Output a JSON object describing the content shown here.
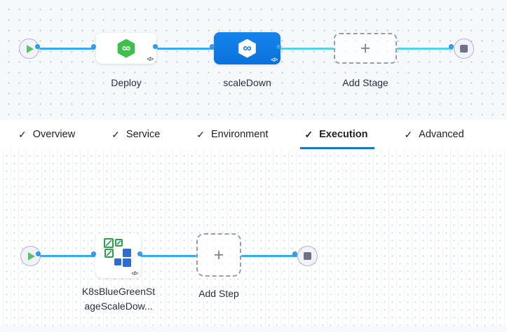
{
  "stage_pipeline": {
    "nodes": [
      {
        "type": "start",
        "icon": "play-icon"
      },
      {
        "type": "stage",
        "label": "Deploy",
        "icon": "cd-hexagon-icon",
        "state": "default"
      },
      {
        "type": "stage",
        "label": "scaleDown",
        "icon": "cd-hexagon-icon",
        "state": "selected"
      },
      {
        "type": "add-stage",
        "label": "Add Stage",
        "icon": "plus-icon"
      },
      {
        "type": "end",
        "icon": "stop-icon"
      }
    ]
  },
  "tabs": {
    "items": [
      {
        "label": "Overview",
        "checked": true,
        "active": false
      },
      {
        "label": "Service",
        "checked": true,
        "active": false
      },
      {
        "label": "Environment",
        "checked": true,
        "active": false
      },
      {
        "label": "Execution",
        "checked": true,
        "active": true
      },
      {
        "label": "Advanced",
        "checked": true,
        "active": false
      }
    ]
  },
  "execution": {
    "nodes": [
      {
        "type": "start",
        "icon": "play-icon"
      },
      {
        "type": "step",
        "label_line1": "K8sBlueGreenSt",
        "label_line2": "ageScaleDow...",
        "icon": "k8s-blue-green-icon"
      },
      {
        "type": "add-step",
        "label": "Add Step",
        "icon": "plus-icon"
      },
      {
        "type": "end",
        "icon": "stop-icon"
      }
    ]
  },
  "icons": {
    "check": "✓",
    "plus": "+",
    "infinity": "∞",
    "code": "</>"
  },
  "colors": {
    "selected_stage_blue": "#0b79e0",
    "link_done_blue": "#3aa9f2",
    "link_pending_cyan": "#5bcfe4",
    "port_ring_blue": "#2b97ea",
    "cd_green": "#3fbf4d",
    "k8s_green": "#2f9e4b",
    "k8s_blue": "#2d6cd2",
    "tab_underline_blue": "#1f74cc",
    "canvas_tint": "#f5f9fc"
  }
}
